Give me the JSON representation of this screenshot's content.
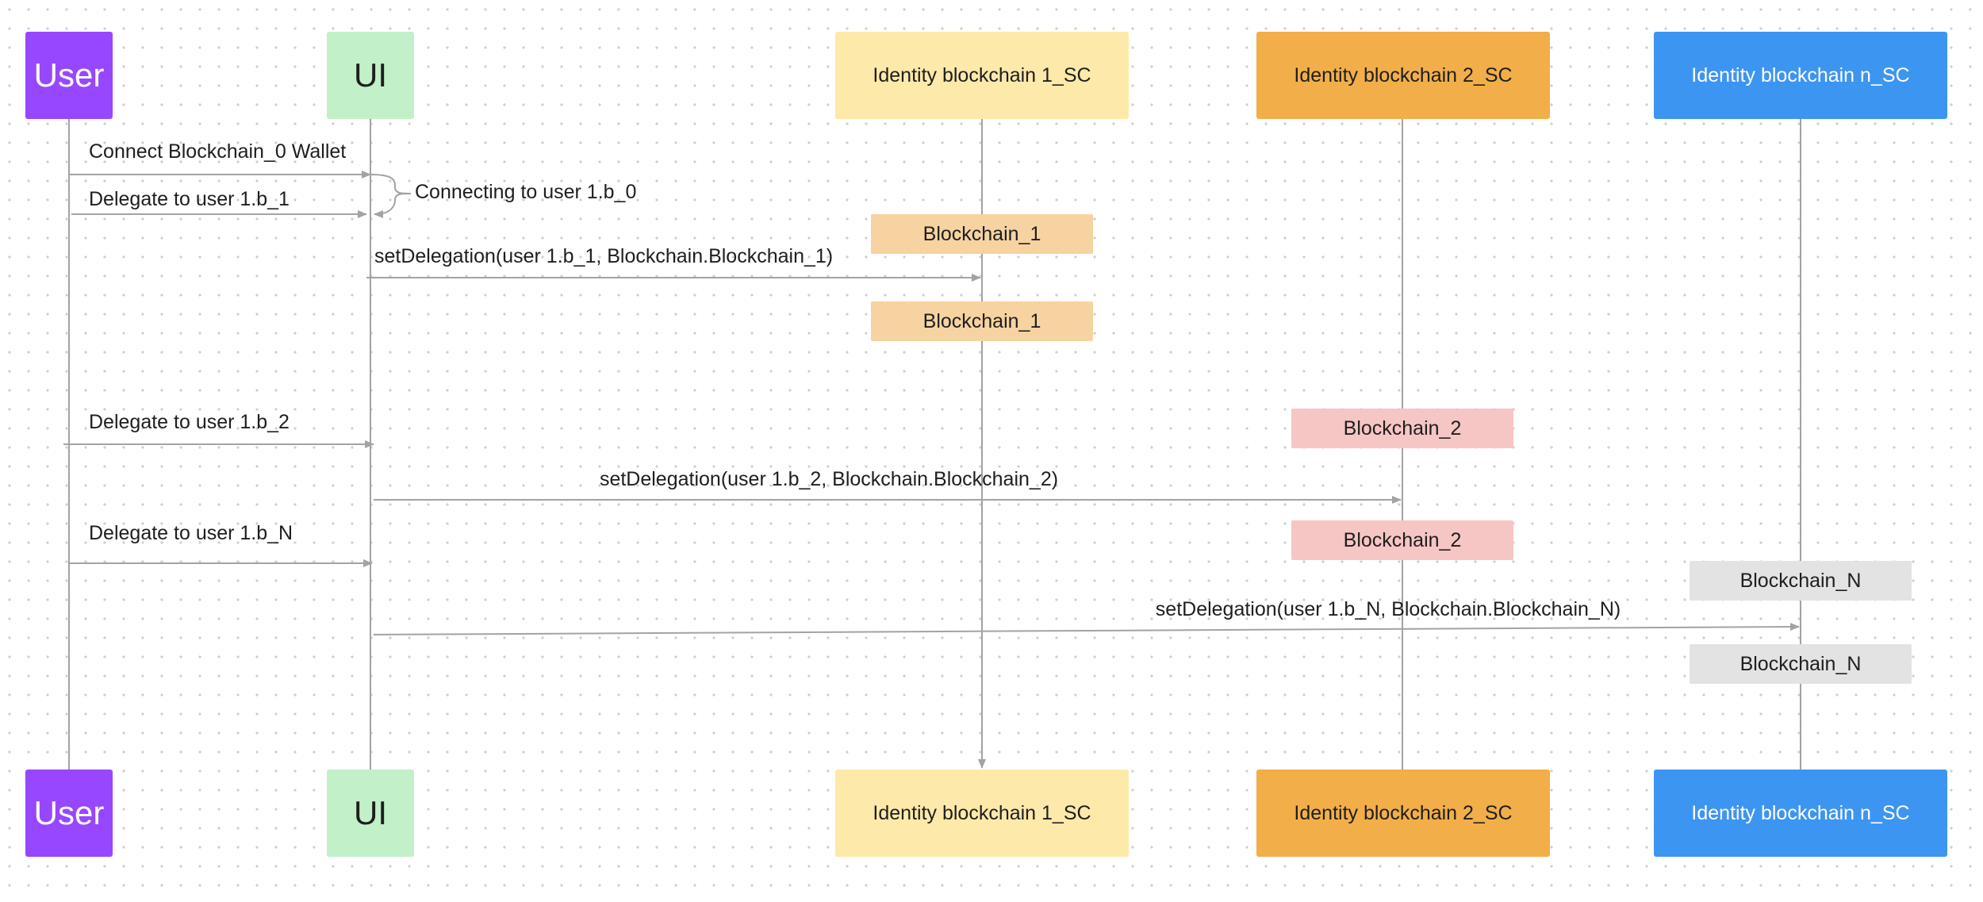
{
  "participants": {
    "user": "User",
    "ui": "UI",
    "sc1": "Identity blockchain 1_SC",
    "sc2": "Identity blockchain 2_SC",
    "scn": "Identity blockchain n_SC"
  },
  "messages": {
    "connect_wallet": "Connect Blockchain_0 Wallet",
    "connecting": "Connecting to user 1.b_0",
    "delegate_b1": "Delegate to user 1.b_1",
    "set_delegation_1": "setDelegation(user 1.b_1, Blockchain.Blockchain_1)",
    "delegate_b2": "Delegate to user 1.b_2",
    "set_delegation_2": "setDelegation(user 1.b_2, Blockchain.Blockchain_2)",
    "delegate_bn": "Delegate to user 1.b_N",
    "set_delegation_n": "setDelegation(user 1.b_N, Blockchain.Blockchain_N)"
  },
  "notes": {
    "blockchain_1_start": "Blockchain_1",
    "blockchain_1_end": "Blockchain_1",
    "blockchain_2_start": "Blockchain_2",
    "blockchain_2_end": "Blockchain_2",
    "blockchain_n_start": "Blockchain_N",
    "blockchain_n_end": "Blockchain_N"
  },
  "colors": {
    "user": "#9747ff",
    "ui": "#c2f0c8",
    "sc1": "#fde9a9",
    "sc2": "#f2ae48",
    "scn": "#3d95f2",
    "note_blockchain_1": "#f6d3a1",
    "note_blockchain_2": "#f6c6c4",
    "note_blockchain_n": "#e3e3e3",
    "lines": "#a3a3a3"
  }
}
